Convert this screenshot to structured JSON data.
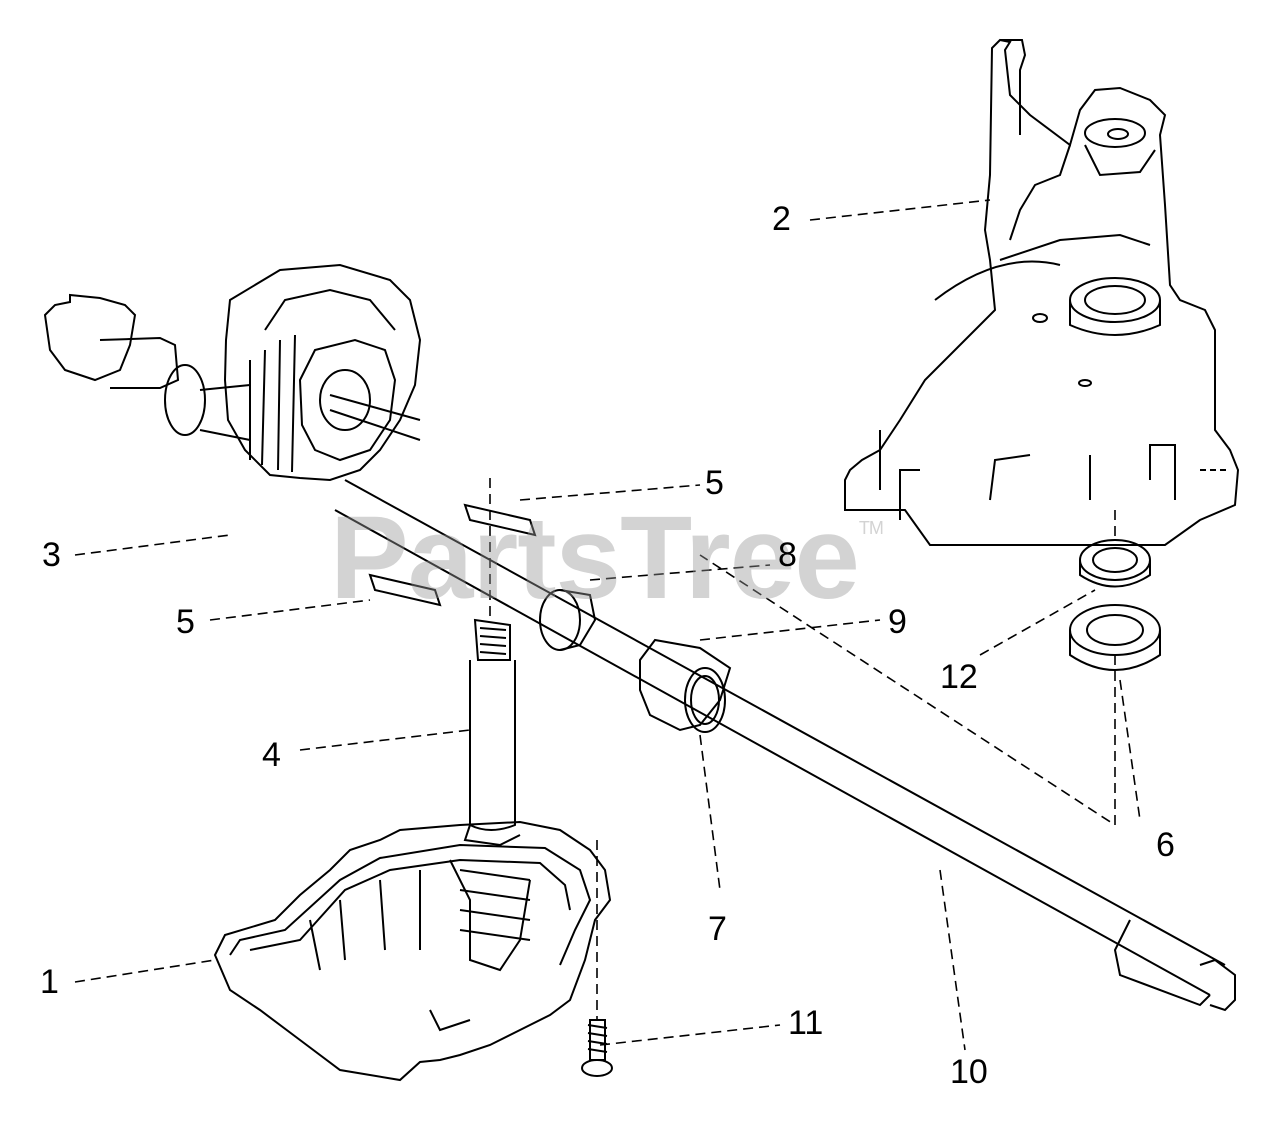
{
  "watermark": {
    "text": "PartsTree",
    "mark": "TM"
  },
  "callouts": {
    "c1": "1",
    "c2": "2",
    "c3": "3",
    "c4": "4",
    "c5a": "5",
    "c5b": "5",
    "c6": "6",
    "c7": "7",
    "c8": "8",
    "c9": "9",
    "c10": "10",
    "c11": "11",
    "c12": "12"
  }
}
